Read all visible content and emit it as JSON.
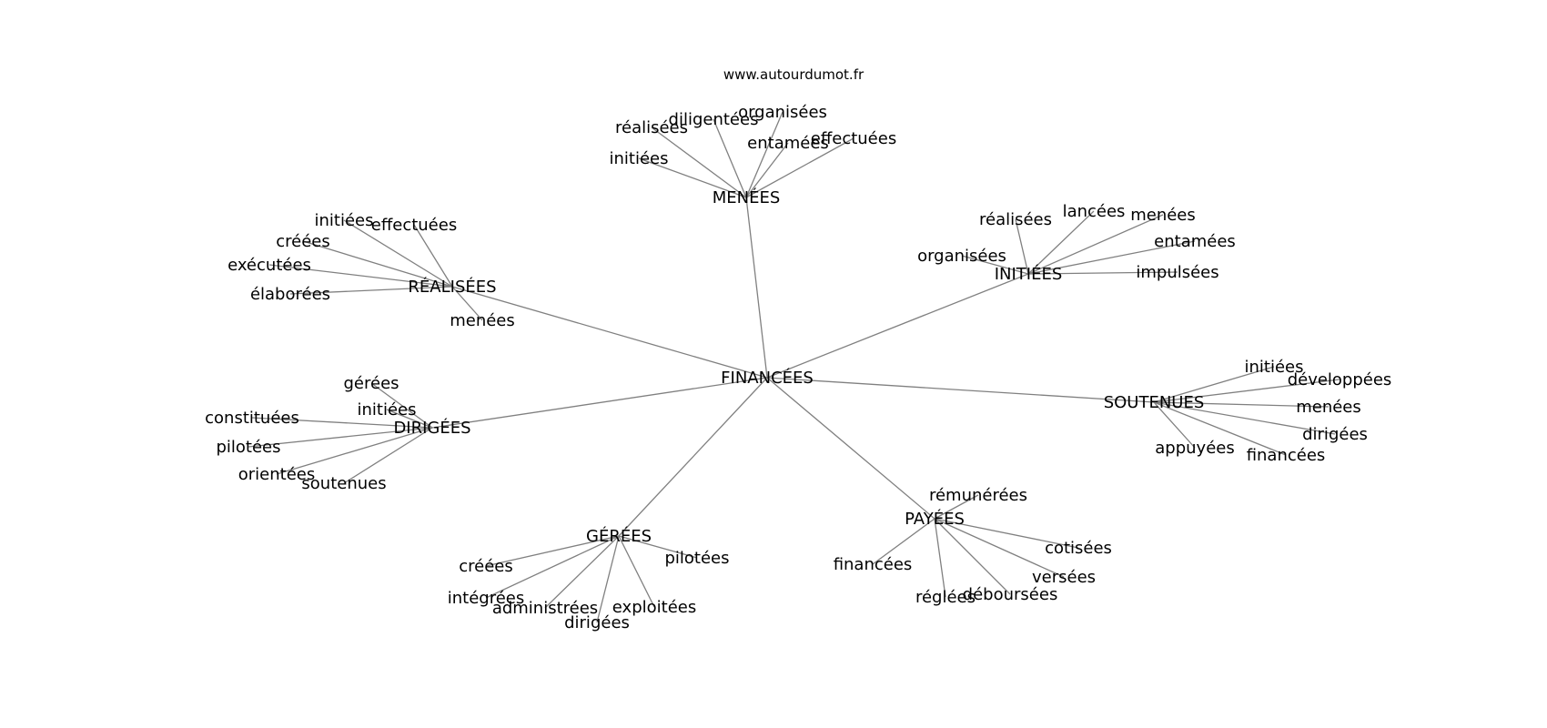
{
  "credit": "www.autourdumot.fr",
  "root": "FINANCÉES",
  "hubs": [
    {
      "label": "MENÉES",
      "leaves": [
        "réalisées",
        "diligentées",
        "organisées",
        "entamées",
        "effectuées",
        "initiées"
      ]
    },
    {
      "label": "RÉALISÉES",
      "leaves": [
        "initiées",
        "effectuées",
        "créées",
        "exécutées",
        "élaborées",
        "menées"
      ]
    },
    {
      "label": "INITIÉES",
      "leaves": [
        "réalisées",
        "lancées",
        "menées",
        "entamées",
        "organisées",
        "impulsées"
      ]
    },
    {
      "label": "SOUTENUES",
      "leaves": [
        "initiées",
        "développées",
        "menées",
        "dirigées",
        "appuyées",
        "financées"
      ]
    },
    {
      "label": "DIRIGÉES",
      "leaves": [
        "gérées",
        "initiées",
        "constituées",
        "pilotées",
        "orientées",
        "soutenues"
      ]
    },
    {
      "label": "GÉRÉES",
      "leaves": [
        "créées",
        "pilotées",
        "intégrées",
        "administrées",
        "exploitées",
        "dirigées"
      ]
    },
    {
      "label": "PAYÉES",
      "leaves": [
        "rémunérées",
        "cotisées",
        "financées",
        "versées",
        "réglées",
        "déboursées"
      ]
    }
  ]
}
